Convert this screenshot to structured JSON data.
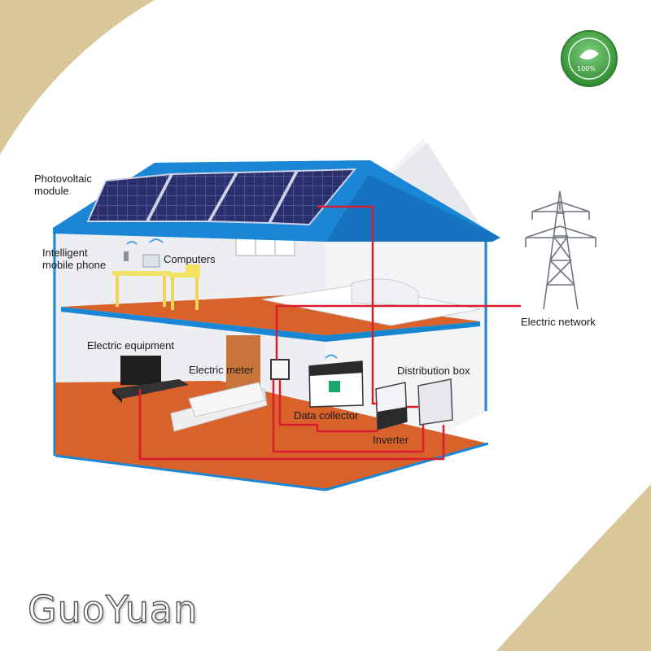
{
  "brand": {
    "name": "GuoYuan"
  },
  "seal": {
    "text": "100%"
  },
  "labels": {
    "pv_module": "Photovoltaic\nmodule",
    "phone": "Intelligent\nmobile phone",
    "computers": "Computers",
    "electric_network": "Electric network",
    "electric_equipment": "Electric equipment",
    "electric_meter": "Electric meter",
    "distribution_box": "Distribution box",
    "data_collector": "Data collector",
    "inverter": "Inverter"
  },
  "colors": {
    "roof": "#1a86d6",
    "floor": "#d9622b",
    "wire": "#d81e2c",
    "corner": "#d9c79a",
    "seal": "#3c9a3c"
  }
}
